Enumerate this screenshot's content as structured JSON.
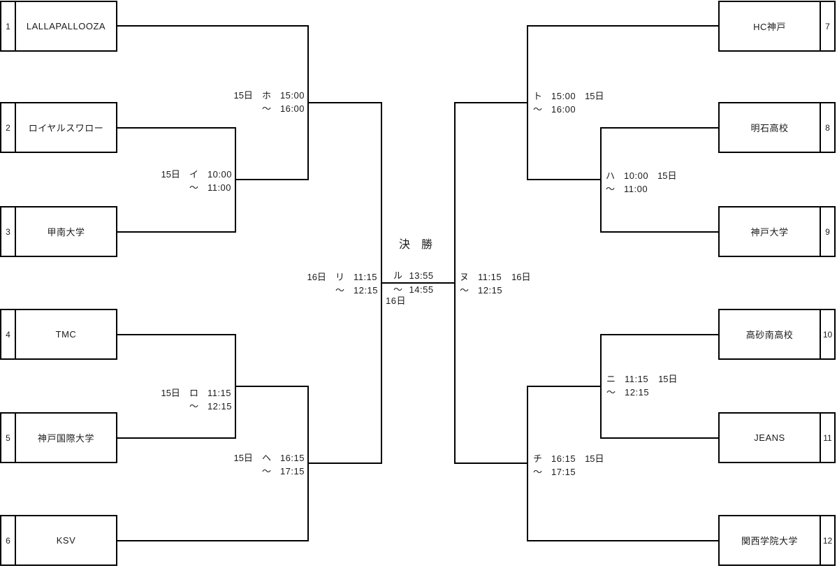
{
  "final_title": "決　勝",
  "tilde": "～",
  "teams": [
    {
      "seed": "1",
      "name": "LALLAPALLOOZA"
    },
    {
      "seed": "2",
      "name": "ロイヤルスワロー"
    },
    {
      "seed": "3",
      "name": "甲南大学"
    },
    {
      "seed": "4",
      "name": "TMC"
    },
    {
      "seed": "5",
      "name": "神戸国際大学"
    },
    {
      "seed": "6",
      "name": "KSV"
    },
    {
      "seed": "7",
      "name": "HC神戸"
    },
    {
      "seed": "8",
      "name": "明石高校"
    },
    {
      "seed": "9",
      "name": "神戸大学"
    },
    {
      "seed": "10",
      "name": "高砂南高校"
    },
    {
      "seed": "11",
      "name": "JEANS"
    },
    {
      "seed": "12",
      "name": "関西学院大学"
    }
  ],
  "matches": {
    "i": {
      "letter": "イ",
      "day": "15日",
      "start": "10:00",
      "end": "11:00"
    },
    "ro": {
      "letter": "ロ",
      "day": "15日",
      "start": "11:15",
      "end": "12:15"
    },
    "ha": {
      "letter": "ハ",
      "day": "15日",
      "start": "10:00",
      "end": "11:00"
    },
    "ni": {
      "letter": "ニ",
      "day": "15日",
      "start": "11:15",
      "end": "12:15"
    },
    "ho": {
      "letter": "ホ",
      "day": "15日",
      "start": "15:00",
      "end": "16:00"
    },
    "he": {
      "letter": "ヘ",
      "day": "15日",
      "start": "16:15",
      "end": "17:15"
    },
    "to": {
      "letter": "ト",
      "day": "15日",
      "start": "15:00",
      "end": "16:00"
    },
    "chi": {
      "letter": "チ",
      "day": "15日",
      "start": "16:15",
      "end": "17:15"
    },
    "ri": {
      "letter": "リ",
      "day": "16日",
      "start": "11:15",
      "end": "12:15"
    },
    "nu": {
      "letter": "ヌ",
      "day": "16日",
      "start": "11:15",
      "end": "12:15"
    },
    "ru": {
      "letter": "ル",
      "day": "16日",
      "start": "13:55",
      "end": "14:55"
    }
  }
}
